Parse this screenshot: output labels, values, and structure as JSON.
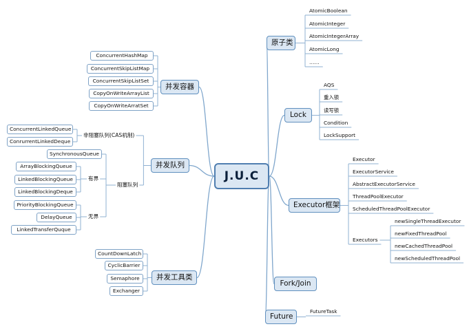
{
  "center": "J.U.C",
  "atomic": {
    "label": "原子类",
    "items": [
      "AtomicBoolean",
      "AtomicInteger",
      "AtomicIntegerArray",
      "AtomicLong",
      "……"
    ]
  },
  "lock": {
    "label": "Lock",
    "items": [
      "AQS",
      "重入锁",
      "读写锁",
      "Condition",
      "LockSupport"
    ]
  },
  "executor": {
    "label": "Executor框架",
    "items": [
      "Executor",
      "ExecutorService",
      "AbstractExecutorService",
      "ThreadPoolExecutor",
      "ScheduledThreadPoolExecutor"
    ],
    "executors": {
      "label": "Executors",
      "items": [
        "newSingleThreadExecutor",
        "newFixedThreadPool",
        "newCachedThreadPool",
        "newScheduledThreadPool"
      ]
    }
  },
  "forkjoin": {
    "label": "Fork/Join"
  },
  "future": {
    "label": "Future",
    "items": [
      "FutureTask"
    ]
  },
  "containers": {
    "label": "并发容器",
    "items": [
      "ConcurrentHashMap",
      "ConcurrentSkipListMap",
      "ConcurrentSkipListSet",
      "CopyOnWriteArrayList",
      "CopyOnWriteArratSet"
    ]
  },
  "queues": {
    "label": "并发队列",
    "nonblocking": {
      "label": "非阻塞队列(CAS机制)",
      "items": [
        "ConcurrentLinkedQueue",
        "ConrurrentLinkedDeque"
      ]
    },
    "blocking": {
      "label": "阻塞队列",
      "sync": "SynchronousQueue",
      "bounded": {
        "label": "有界",
        "items": [
          "ArrayBlockingQueue",
          "LinkedBlockingQueue",
          "LinkedBlockingDeque"
        ]
      },
      "unbounded": {
        "label": "无界",
        "items": [
          "PriorityBlockingQueue",
          "DelayQueue",
          "LinkedTransferQuque"
        ]
      }
    }
  },
  "tools": {
    "label": "并发工具类",
    "items": [
      "CountDownLatch",
      "CyclicBarrier",
      "Semaphore",
      "Exchanger"
    ]
  }
}
